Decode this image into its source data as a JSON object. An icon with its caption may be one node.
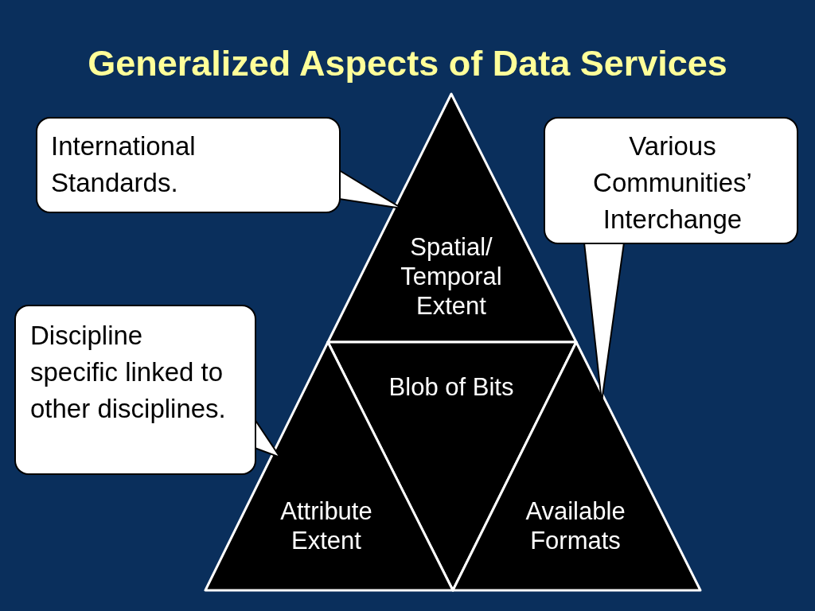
{
  "diagram": {
    "title": "Generalized Aspects of Data Services",
    "nodes": [
      {
        "text": [
          "International Standards."
        ]
      },
      {
        "text": [
          "Various Communities’ Interchange"
        ]
      },
      {
        "text": [
          "Spatial/ Temporal Extent"
        ]
      },
      {
        "text": [
          "Discipline specific linked to other disciplines."
        ]
      },
      {
        "text": [
          "Blob of Bits"
        ]
      },
      {
        "text": [
          "Attribute Extent"
        ]
      },
      {
        "text": [
          "Available Formats"
        ]
      }
    ],
    "edges": [
      {
        "from": 0,
        "to": 2,
        "arrow": "to"
      },
      {
        "from": 1,
        "to": 6,
        "arrow": "to"
      },
      {
        "from": 3,
        "to": 5,
        "arrow": "to"
      }
    ]
  }
}
